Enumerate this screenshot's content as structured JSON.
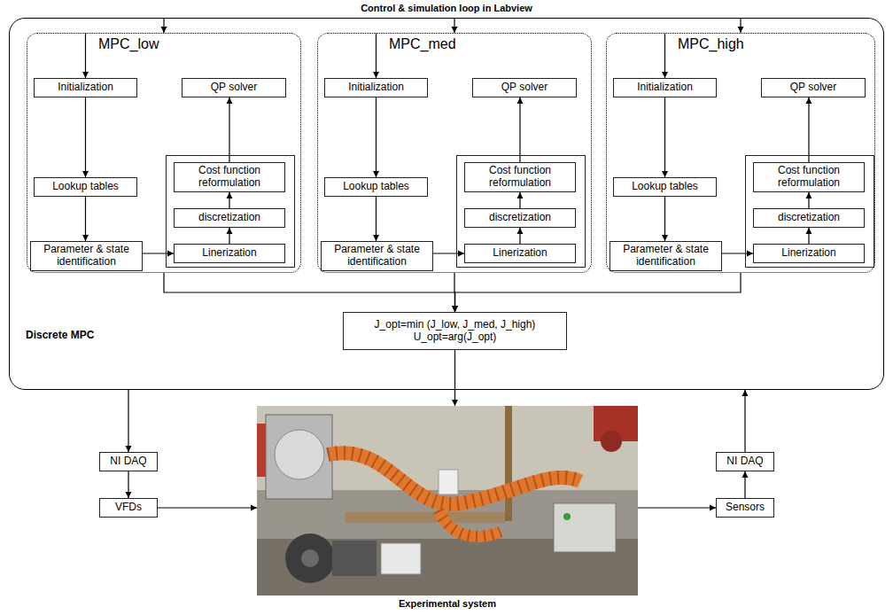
{
  "diagram": {
    "title": "Control & simulation loop in Labview",
    "nodes": [
      {
        "text": [
          "Discrete MPC"
        ]
      },
      {
        "text": [
          "MPC_low"
        ],
        "in": 0
      },
      {
        "text": [
          "Initialization"
        ],
        "in": 1
      },
      {
        "text": [
          "Lookup tables"
        ],
        "in": 1
      },
      {
        "text": [
          "Parameter & state identification"
        ],
        "in": 1
      },
      {
        "text": [
          "QP solver"
        ],
        "in": 1
      },
      {
        "text": [
          "Cost function reformulation"
        ],
        "in": 1
      },
      {
        "text": [
          "discretization"
        ],
        "in": 1
      },
      {
        "text": [
          "Linerization"
        ],
        "in": 1
      },
      {
        "text": [
          "MPC_med"
        ],
        "in": 0
      },
      {
        "text": [
          "Initialization"
        ],
        "in": 9
      },
      {
        "text": [
          "Lookup tables"
        ],
        "in": 9
      },
      {
        "text": [
          "Parameter & state identification"
        ],
        "in": 9
      },
      {
        "text": [
          "QP solver"
        ],
        "in": 9
      },
      {
        "text": [
          "Cost function reformulation"
        ],
        "in": 9
      },
      {
        "text": [
          "discretization"
        ],
        "in": 9
      },
      {
        "text": [
          "Linerization"
        ],
        "in": 9
      },
      {
        "text": [
          "MPC_high"
        ],
        "in": 0
      },
      {
        "text": [
          "Initialization"
        ],
        "in": 17
      },
      {
        "text": [
          "Lookup tables"
        ],
        "in": 17
      },
      {
        "text": [
          "Parameter & state identification"
        ],
        "in": 17
      },
      {
        "text": [
          "QP solver"
        ],
        "in": 17
      },
      {
        "text": [
          "Cost function reformulation"
        ],
        "in": 17
      },
      {
        "text": [
          "discretization"
        ],
        "in": 17
      },
      {
        "text": [
          "Linerization"
        ],
        "in": 17
      },
      {
        "text": [
          "J_opt=min (J_low, J_med, J_high)",
          "U_opt=arg(J_opt)"
        ],
        "in": 0
      },
      {
        "text": [
          "NI DAQ"
        ]
      },
      {
        "text": [
          "VFDs"
        ]
      },
      {
        "text": [
          "Experimental system"
        ]
      },
      {
        "text": [
          "Sensors"
        ]
      },
      {
        "text": [
          "NI DAQ"
        ]
      }
    ],
    "edges": [
      {
        "from": 0,
        "to": 1,
        "arrow": "to"
      },
      {
        "from": 1,
        "to": 2,
        "arrow": "to"
      },
      {
        "from": 2,
        "to": 3,
        "arrow": "to"
      },
      {
        "from": 3,
        "to": 4,
        "arrow": "to"
      },
      {
        "from": 4,
        "to": 8,
        "arrow": "to"
      },
      {
        "from": 8,
        "to": 7,
        "arrow": "to"
      },
      {
        "from": 7,
        "to": 6,
        "arrow": "to"
      },
      {
        "from": 6,
        "to": 5,
        "arrow": "to"
      },
      {
        "from": 0,
        "to": 9,
        "arrow": "to"
      },
      {
        "from": 9,
        "to": 10,
        "arrow": "to"
      },
      {
        "from": 10,
        "to": 11,
        "arrow": "to"
      },
      {
        "from": 11,
        "to": 12,
        "arrow": "to"
      },
      {
        "from": 12,
        "to": 16,
        "arrow": "to"
      },
      {
        "from": 16,
        "to": 15,
        "arrow": "to"
      },
      {
        "from": 15,
        "to": 14,
        "arrow": "to"
      },
      {
        "from": 14,
        "to": 13,
        "arrow": "to"
      },
      {
        "from": 0,
        "to": 17,
        "arrow": "to"
      },
      {
        "from": 17,
        "to": 18,
        "arrow": "to"
      },
      {
        "from": 18,
        "to": 19,
        "arrow": "to"
      },
      {
        "from": 19,
        "to": 20,
        "arrow": "to"
      },
      {
        "from": 20,
        "to": 24,
        "arrow": "to"
      },
      {
        "from": 24,
        "to": 23,
        "arrow": "to"
      },
      {
        "from": 23,
        "to": 22,
        "arrow": "to"
      },
      {
        "from": 22,
        "to": 21,
        "arrow": "to"
      },
      {
        "from": 1,
        "to": 25,
        "arrow": "to"
      },
      {
        "from": 9,
        "to": 25,
        "arrow": "to"
      },
      {
        "from": 17,
        "to": 25,
        "arrow": "to"
      },
      {
        "from": 25,
        "to": 28,
        "arrow": "to"
      },
      {
        "from": 0,
        "to": 26,
        "arrow": "to"
      },
      {
        "from": 26,
        "to": 27,
        "arrow": "to"
      },
      {
        "from": 27,
        "to": 28,
        "arrow": "to"
      },
      {
        "from": 28,
        "to": 29,
        "arrow": "to"
      },
      {
        "from": 29,
        "to": 30,
        "arrow": "to"
      },
      {
        "from": 30,
        "to": 0,
        "arrow": "to"
      }
    ]
  }
}
